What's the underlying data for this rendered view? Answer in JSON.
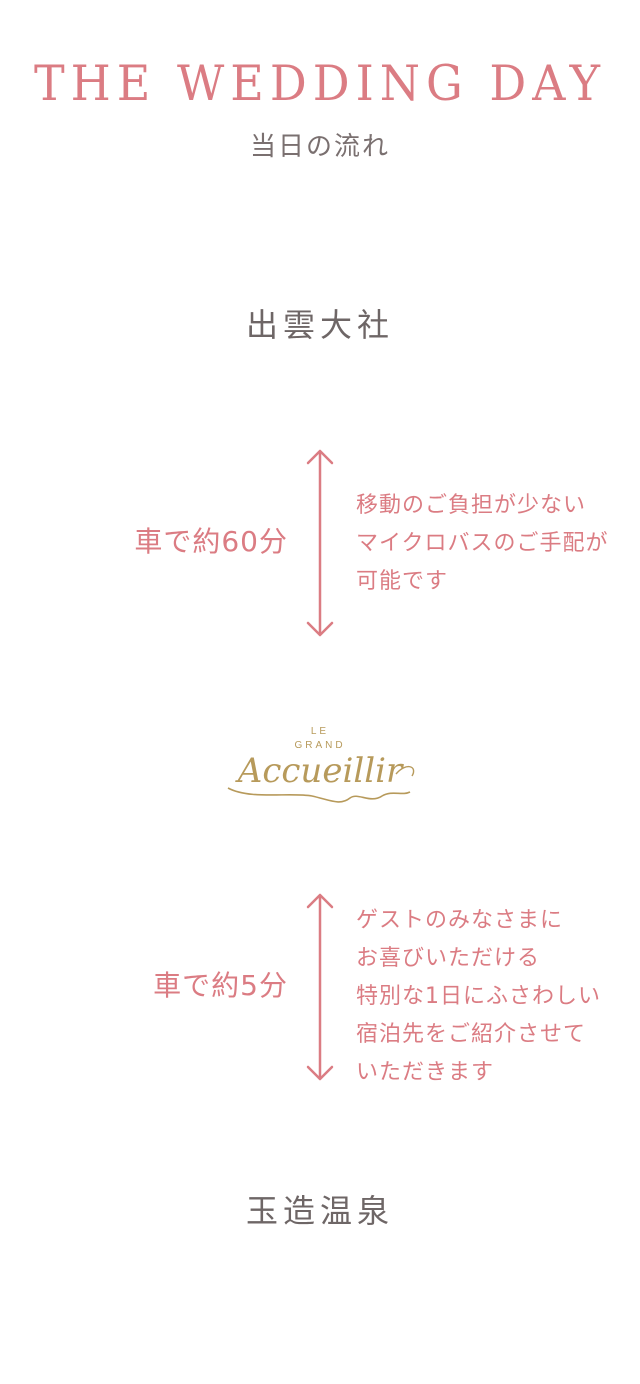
{
  "header": {
    "title_en": "THE WEDDING DAY",
    "title_jp": "当日の流れ"
  },
  "steps": {
    "place1": "出雲大社",
    "leg1": {
      "duration": "車で約60分",
      "note_lines": [
        "移動のご負担が少ない",
        "マイクロバスのご手配が",
        "可能です"
      ]
    },
    "logo": {
      "line1": "LE",
      "line2": "GRAND",
      "script": "Accueillir"
    },
    "leg2": {
      "duration": "車で約5分",
      "note_lines": [
        "ゲストのみなさまに",
        "お喜びいただける",
        "特別な1日にふさわしい",
        "宿泊先をご紹介させて",
        "いただきます"
      ]
    },
    "place2": "玉造温泉"
  },
  "colors": {
    "accent": "#db7c83",
    "text_gray": "#6e6666",
    "gold": "#b79a5b"
  }
}
